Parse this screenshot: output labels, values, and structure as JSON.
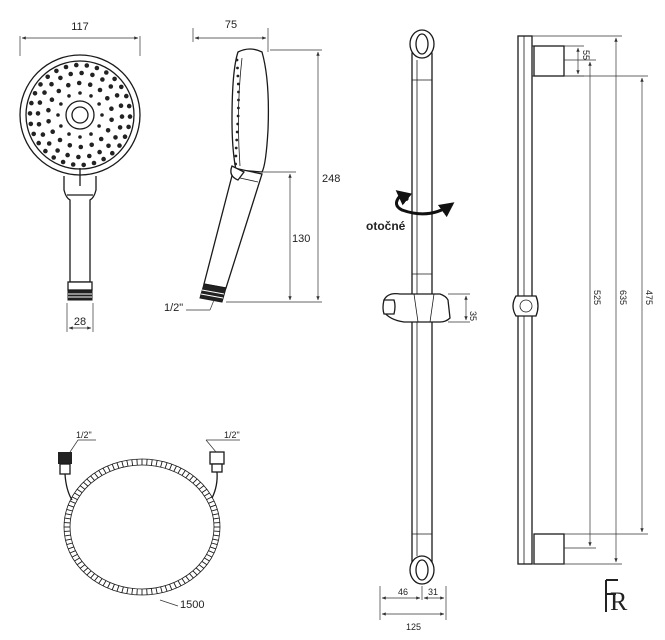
{
  "dimensions": {
    "head_width": "117",
    "head_depth": "75",
    "total_length": "248",
    "handle_length": "130",
    "connector": "28",
    "thread_head": "1/2\"",
    "hose_left": "1/2\"",
    "hose_right": "1/2\"",
    "hose_length": "1500",
    "bracket_top": "55",
    "bar_525": "525",
    "bar_635": "635",
    "bar_475": "475",
    "slider": "35",
    "base_46": "46",
    "base_31": "31",
    "base_125": "125"
  },
  "labels": {
    "rotating": "otočné"
  },
  "logo": "R"
}
